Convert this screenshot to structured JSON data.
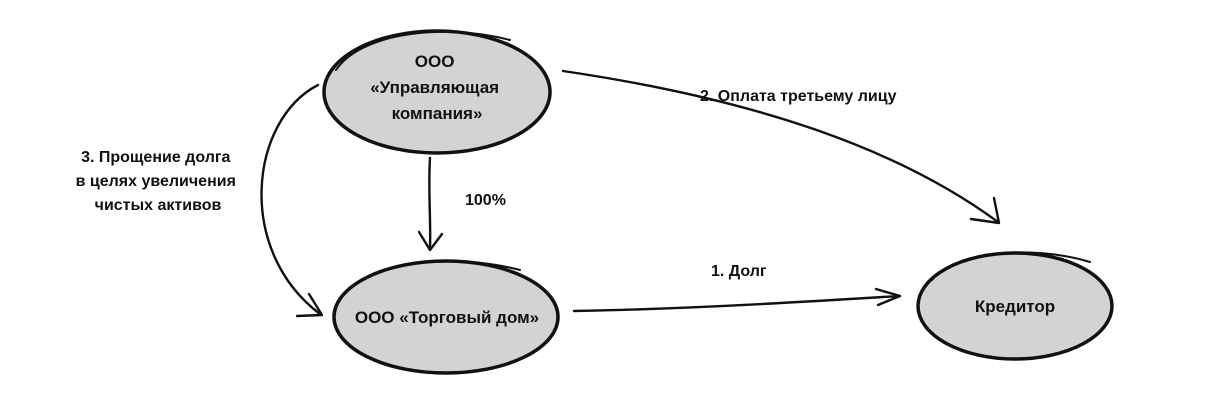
{
  "nodes": {
    "management_company": {
      "lines": [
        "ООО",
        "«Управляющая",
        "компания»"
      ]
    },
    "trading_house": {
      "lines": [
        "ООО «Торговый дом»"
      ]
    },
    "creditor": {
      "lines": [
        "Кредитор"
      ]
    }
  },
  "edges": {
    "debt": {
      "label": "1. Долг"
    },
    "third_party_payment": {
      "label": "2. Оплата третьему лицу"
    },
    "debt_forgiveness": {
      "lines": [
        "3. Прощение долга",
        "в целях увеличения",
        "чистых активов"
      ]
    },
    "ownership": {
      "label": "100%"
    }
  }
}
